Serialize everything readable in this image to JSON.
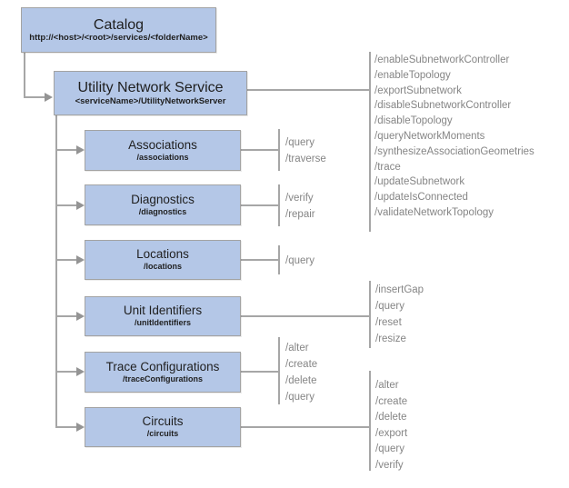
{
  "colors": {
    "box_fill": "#b4c7e7",
    "box_border": "#a3a3a3",
    "connector_line": "#a6a6a6",
    "title_text": "#1f1f1f",
    "operations_text": "#858585",
    "background": "#ffffff"
  },
  "nodes": {
    "catalog": {
      "title": "Catalog",
      "subtitle": "http://<host>/<root>/services/<folderName>"
    },
    "utility_network_service": {
      "title": "Utility Network Service",
      "subtitle": "<serviceName>/UtilityNetworkServer"
    },
    "associations": {
      "title": "Associations",
      "subtitle": "/associations"
    },
    "diagnostics": {
      "title": "Diagnostics",
      "subtitle": "/diagnostics"
    },
    "locations": {
      "title": "Locations",
      "subtitle": "/locations"
    },
    "unit_identifiers": {
      "title": "Unit Identifiers",
      "subtitle": "/unitIdentifiers"
    },
    "trace_configurations": {
      "title": "Trace Configurations",
      "subtitle": "/traceConfigurations"
    },
    "circuits": {
      "title": "Circuits",
      "subtitle": "/circuits"
    }
  },
  "operations": {
    "utility_network_service": [
      "/enableSubnetworkController",
      "/enableTopology",
      "/exportSubnetwork",
      "/disableSubnetworkController",
      "/disableTopology",
      "/queryNetworkMoments",
      "/synthesizeAssociationGeometries",
      "/trace",
      "/updateSubnetwork",
      "/updateIsConnected",
      "/validateNetworkTopology"
    ],
    "associations": [
      "/query",
      "/traverse"
    ],
    "diagnostics": [
      "/verify",
      "/repair"
    ],
    "locations": [
      "/query"
    ],
    "unit_identifiers": [
      "/insertGap",
      "/query",
      "/reset",
      "/resize"
    ],
    "trace_configurations": [
      "/alter",
      "/create",
      "/delete",
      "/query"
    ],
    "circuits": [
      "/alter",
      "/create",
      "/delete",
      "/export",
      "/query",
      "/verify"
    ]
  }
}
